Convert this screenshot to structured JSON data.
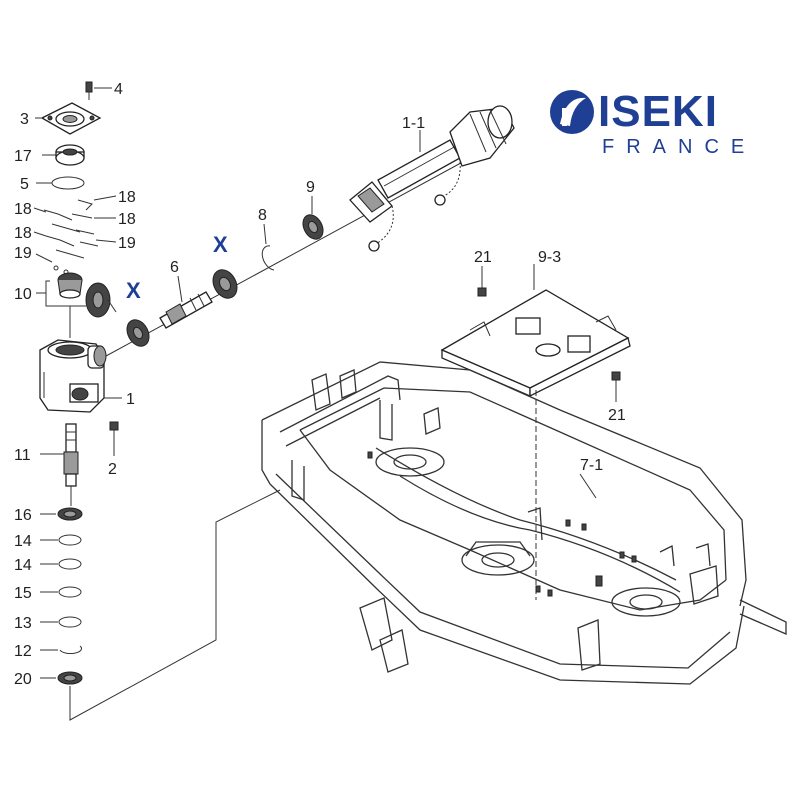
{
  "brand": {
    "name": "ISEKI",
    "subtitle": "FRANCE",
    "color": "#1f3f94"
  },
  "marker": {
    "text": "X",
    "color": "#1f3f94"
  },
  "callouts": {
    "p4": "4",
    "p3": "3",
    "p17": "17",
    "p5": "5",
    "p18a": "18",
    "p18b": "18",
    "p18c": "18",
    "p18d": "18",
    "p19a": "19",
    "p19b": "19",
    "p10": "10",
    "p1": "1",
    "p2": "2",
    "p11": "11",
    "p16": "16",
    "p14a": "14",
    "p14b": "14",
    "p15": "15",
    "p13": "13",
    "p12": "12",
    "p20": "20",
    "p6": "6",
    "p8": "8",
    "p9": "9",
    "p1_1": "1-1",
    "p21a": "21",
    "p21b": "21",
    "p9_3": "9-3",
    "p7_1": "7-1"
  }
}
